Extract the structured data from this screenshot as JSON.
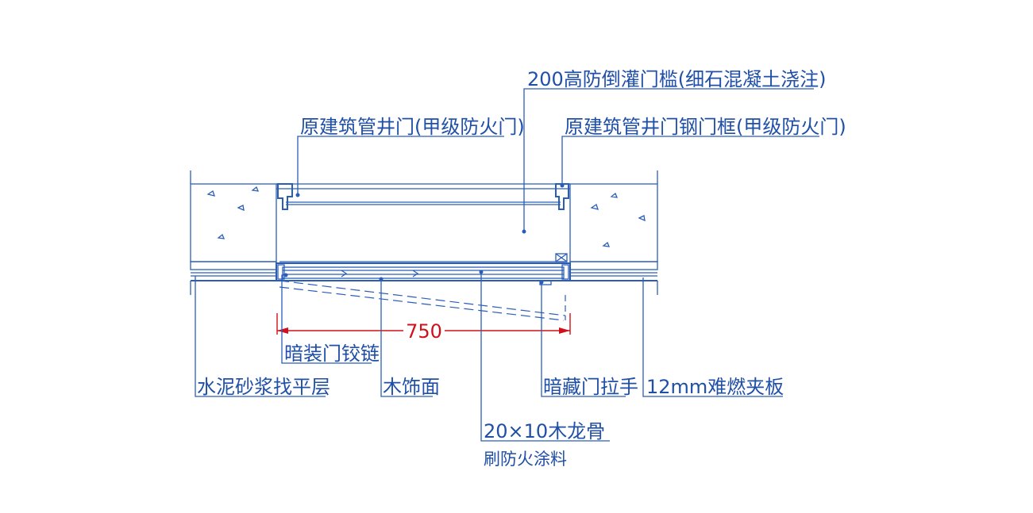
{
  "labels": {
    "threshold": "200高防倒灌门槛(细石混凝土浇注)",
    "original_door": "原建筑管井门(甲级防火门)",
    "original_frame": "原建筑管井门钢门框(甲级防火门)",
    "hinge": "暗装门铰链",
    "mortar": "水泥砂浆找平层",
    "wood_face": "木饰面",
    "handle": "暗藏门拉手",
    "board": "12mm难燃夹板",
    "keel": "20×10木龙骨",
    "fire_coat": "刷防火涂料"
  },
  "dimension": {
    "width": "750"
  },
  "colors": {
    "line": "#2a5db8",
    "text": "#1f4fa6",
    "dimension": "#d0101a"
  }
}
